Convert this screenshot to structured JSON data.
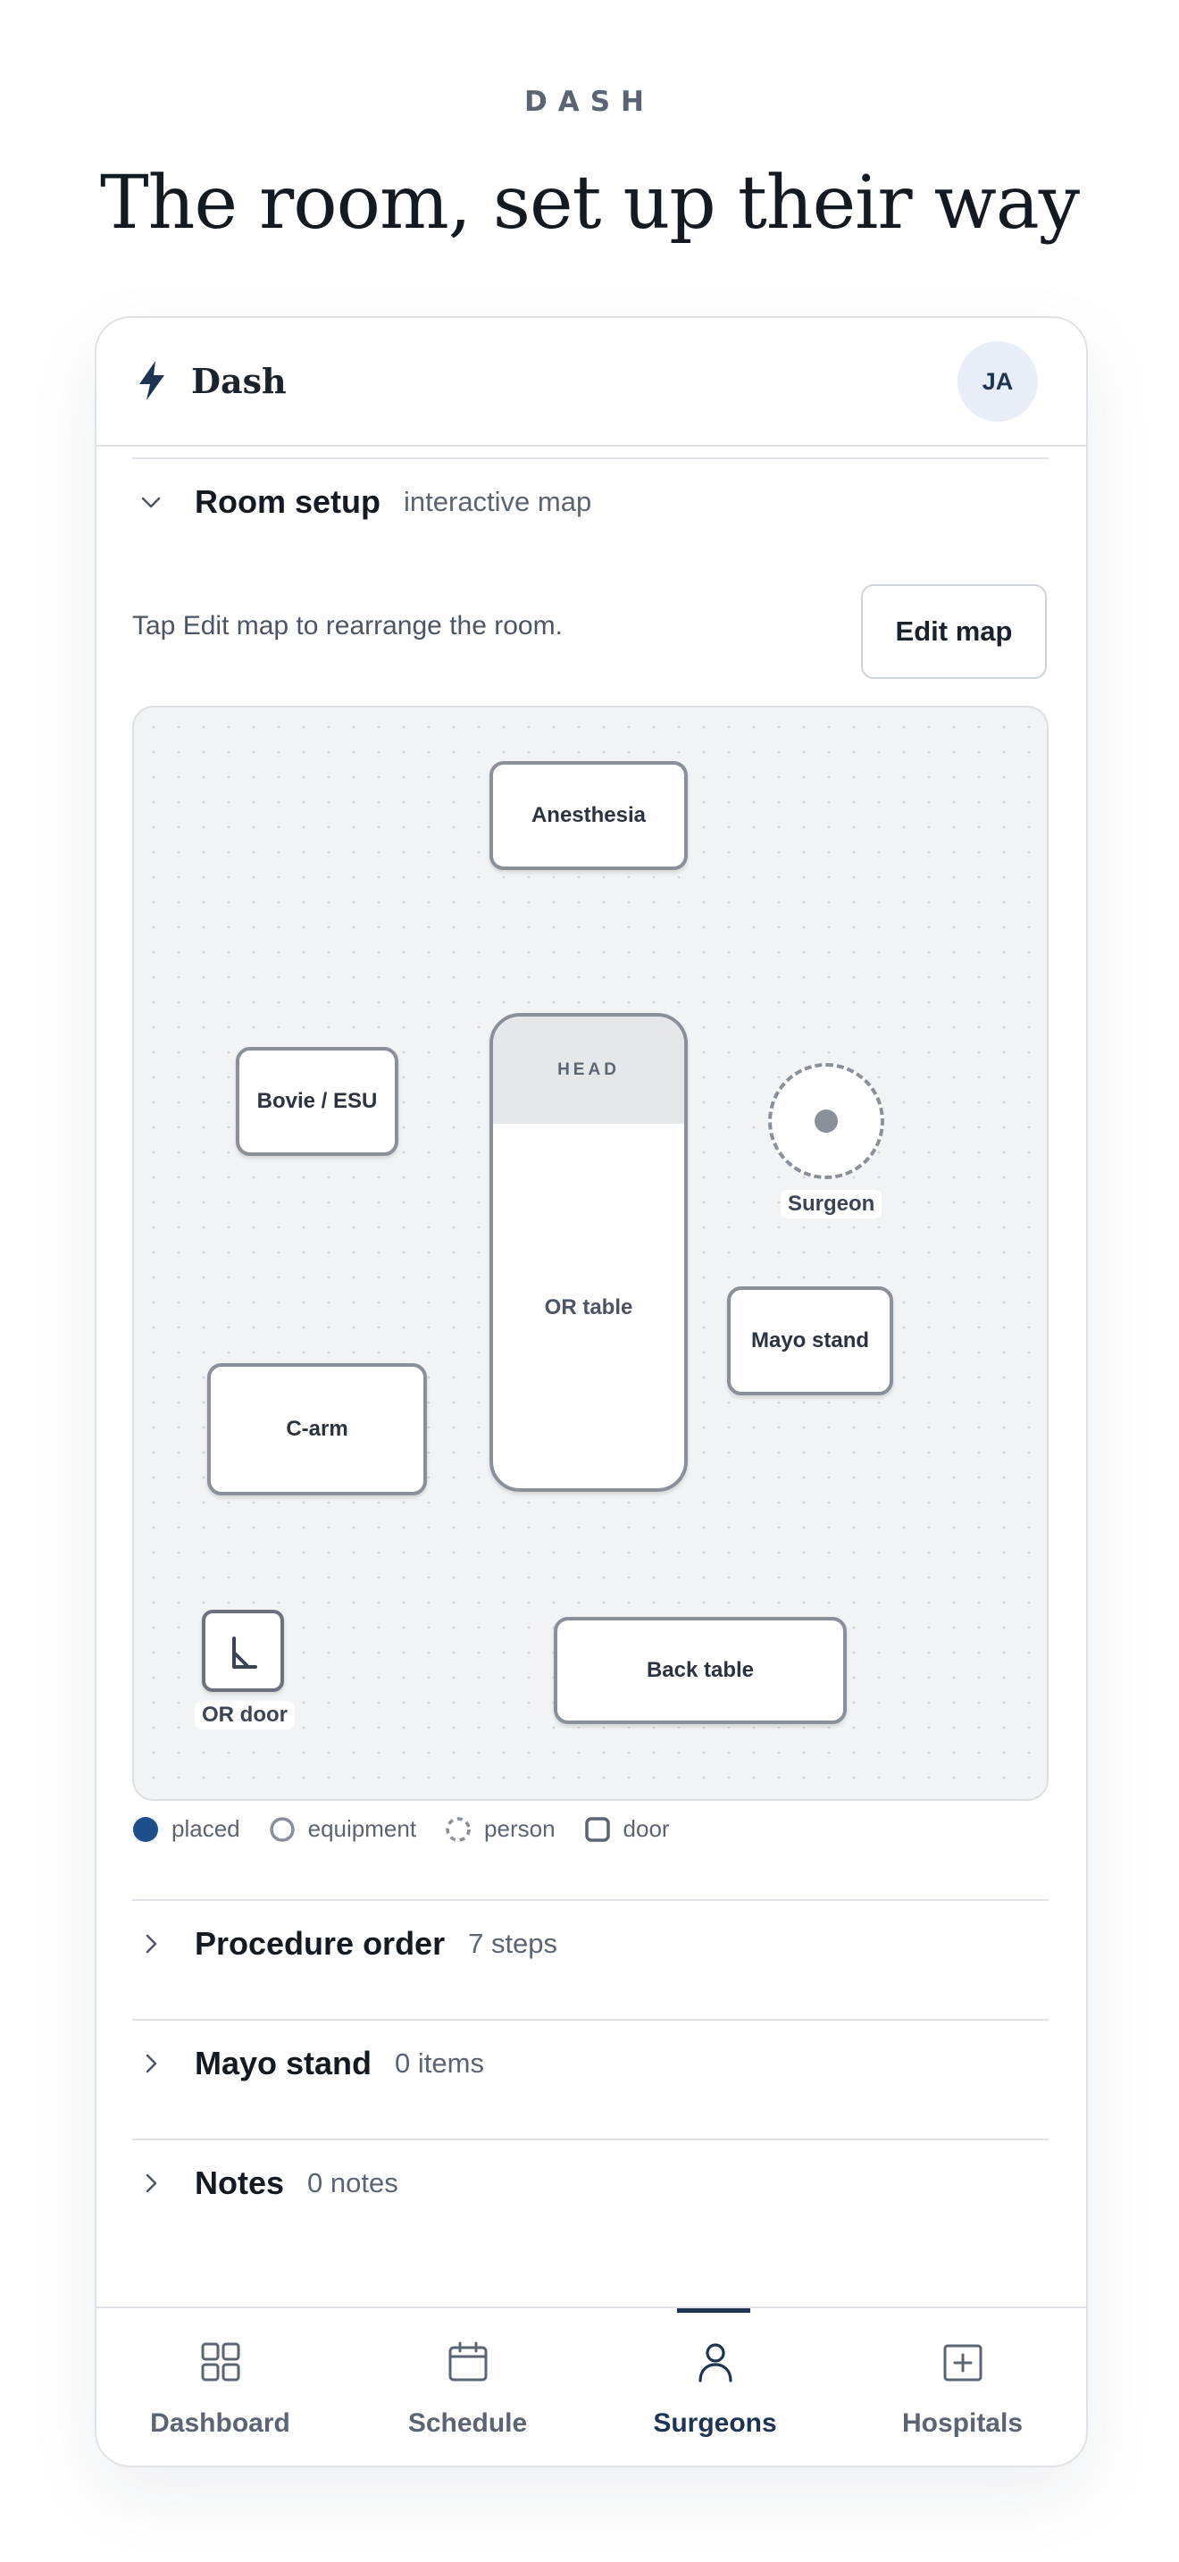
{
  "eyebrow": "DASH",
  "headline": "The room, set up their way",
  "app": {
    "name": "Dash",
    "avatar_initials": "JA"
  },
  "room_setup": {
    "title": "Room setup",
    "subtitle": "interactive map",
    "hint": "Tap Edit map to rearrange the room.",
    "edit_button": "Edit map",
    "map": {
      "anesthesia": "Anesthesia",
      "bovie": "Bovie / ESU",
      "or_table_head": "HEAD",
      "or_table": "OR table",
      "surgeon": "Surgeon",
      "mayo_stand": "Mayo stand",
      "c_arm": "C-arm",
      "back_table": "Back table",
      "or_door": "OR door"
    },
    "legend": {
      "placed": "placed",
      "equipment": "equipment",
      "person": "person",
      "door": "door"
    }
  },
  "sections": [
    {
      "title": "Procedure order",
      "meta": "7 steps"
    },
    {
      "title": "Mayo stand",
      "meta": "0 items"
    },
    {
      "title": "Notes",
      "meta": "0 notes"
    }
  ],
  "nav": [
    {
      "label": "Dashboard",
      "icon": "grid-icon"
    },
    {
      "label": "Schedule",
      "icon": "calendar-icon"
    },
    {
      "label": "Surgeons",
      "icon": "person-icon",
      "active": true
    },
    {
      "label": "Hospitals",
      "icon": "hospital-plus-icon"
    }
  ],
  "colors": {
    "accent": "#1d3553",
    "placed": "#1d4f8c",
    "outline": "#8a9099",
    "map_bg": "#f2f3f5"
  }
}
